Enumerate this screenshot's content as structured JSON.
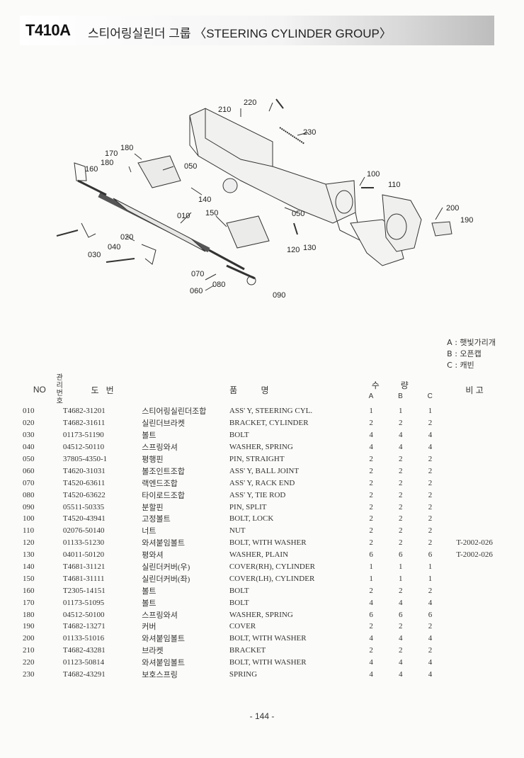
{
  "header": {
    "model": "T410A",
    "title": "스티어링실린더 그룹 〈STEERING CYLINDER GROUP〉"
  },
  "diagram": {
    "callouts": [
      "220",
      "210",
      "230",
      "170",
      "180",
      "180",
      "160",
      "050",
      "140",
      "100",
      "110",
      "010",
      "150",
      "050",
      "200",
      "190",
      "020",
      "120",
      "130",
      "040",
      "030",
      "070",
      "080",
      "060",
      "090"
    ]
  },
  "legend": {
    "a": "A : 햇빛가리개",
    "b": "B : 오픈캡",
    "c": "C : 캐빈"
  },
  "table": {
    "headers": {
      "no": "NO",
      "code": "관리\n번호",
      "part_no": "도   번",
      "name": "품          명",
      "qty": "수량",
      "qty_a": "A",
      "qty_b": "B",
      "qty_c": "C",
      "remark": "비 고"
    },
    "rows": [
      {
        "no": "010",
        "pn": "T4682-31201",
        "kr": "스티어링실린더조합",
        "en": "ASS' Y, STEERING CYL.",
        "a": "1",
        "b": "1",
        "c": "1",
        "rm": ""
      },
      {
        "no": "020",
        "pn": "T4682-31611",
        "kr": "실린더브라켓",
        "en": "BRACKET, CYLINDER",
        "a": "2",
        "b": "2",
        "c": "2",
        "rm": ""
      },
      {
        "no": "030",
        "pn": "01173-51190",
        "kr": "볼트",
        "en": "BOLT",
        "a": "4",
        "b": "4",
        "c": "4",
        "rm": ""
      },
      {
        "no": "040",
        "pn": "04512-50110",
        "kr": "스프링와셔",
        "en": "WASHER, SPRING",
        "a": "4",
        "b": "4",
        "c": "4",
        "rm": ""
      },
      {
        "no": "050",
        "pn": "37805-4350-1",
        "kr": "평행핀",
        "en": "PIN, STRAIGHT",
        "a": "2",
        "b": "2",
        "c": "2",
        "rm": ""
      },
      {
        "no": "060",
        "pn": "T4620-31031",
        "kr": "볼조인트조합",
        "en": "ASS' Y, BALL JOINT",
        "a": "2",
        "b": "2",
        "c": "2",
        "rm": ""
      },
      {
        "no": "070",
        "pn": "T4520-63611",
        "kr": "랙엔드조합",
        "en": "ASS' Y, RACK END",
        "a": "2",
        "b": "2",
        "c": "2",
        "rm": ""
      },
      {
        "no": "080",
        "pn": "T4520-63622",
        "kr": "타이로드조합",
        "en": "ASS' Y, TIE ROD",
        "a": "2",
        "b": "2",
        "c": "2",
        "rm": ""
      },
      {
        "no": "090",
        "pn": "05511-50335",
        "kr": "분할핀",
        "en": "PIN, SPLIT",
        "a": "2",
        "b": "2",
        "c": "2",
        "rm": ""
      },
      {
        "no": "100",
        "pn": "T4520-43941",
        "kr": "고정볼트",
        "en": "BOLT, LOCK",
        "a": "2",
        "b": "2",
        "c": "2",
        "rm": ""
      },
      {
        "no": "110",
        "pn": "02076-50140",
        "kr": "너트",
        "en": "NUT",
        "a": "2",
        "b": "2",
        "c": "2",
        "rm": ""
      },
      {
        "no": "120",
        "pn": "01133-51230",
        "kr": "와셔붙임볼트",
        "en": "BOLT, WITH WASHER",
        "a": "2",
        "b": "2",
        "c": "2",
        "rm": "T-2002-026"
      },
      {
        "no": "130",
        "pn": "04011-50120",
        "kr": "평와셔",
        "en": "WASHER, PLAIN",
        "a": "6",
        "b": "6",
        "c": "6",
        "rm": "T-2002-026"
      },
      {
        "no": "140",
        "pn": "T4681-31121",
        "kr": "실린더커버(우)",
        "en": "COVER(RH), CYLINDER",
        "a": "1",
        "b": "1",
        "c": "1",
        "rm": ""
      },
      {
        "no": "150",
        "pn": "T4681-31111",
        "kr": "실린더커버(좌)",
        "en": "COVER(LH), CYLINDER",
        "a": "1",
        "b": "1",
        "c": "1",
        "rm": ""
      },
      {
        "no": "160",
        "pn": "T2305-14151",
        "kr": "볼트",
        "en": "BOLT",
        "a": "2",
        "b": "2",
        "c": "2",
        "rm": ""
      },
      {
        "no": "170",
        "pn": "01173-51095",
        "kr": "볼트",
        "en": "BOLT",
        "a": "4",
        "b": "4",
        "c": "4",
        "rm": ""
      },
      {
        "no": "180",
        "pn": "04512-50100",
        "kr": "스프링와셔",
        "en": "WASHER, SPRING",
        "a": "6",
        "b": "6",
        "c": "6",
        "rm": ""
      },
      {
        "no": "190",
        "pn": "T4682-13271",
        "kr": "커버",
        "en": "COVER",
        "a": "2",
        "b": "2",
        "c": "2",
        "rm": ""
      },
      {
        "no": "200",
        "pn": "01133-51016",
        "kr": "와셔붙임볼트",
        "en": "BOLT, WITH WASHER",
        "a": "4",
        "b": "4",
        "c": "4",
        "rm": ""
      },
      {
        "no": "210",
        "pn": "T4682-43281",
        "kr": "브라켓",
        "en": "BRACKET",
        "a": "2",
        "b": "2",
        "c": "2",
        "rm": ""
      },
      {
        "no": "220",
        "pn": "01123-50814",
        "kr": "와셔붙임볼트",
        "en": "BOLT, WITH WASHER",
        "a": "4",
        "b": "4",
        "c": "4",
        "rm": ""
      },
      {
        "no": "230",
        "pn": "T4682-43291",
        "kr": "보호스프링",
        "en": "SPRING",
        "a": "4",
        "b": "4",
        "c": "4",
        "rm": ""
      }
    ]
  },
  "page_number": "- 144 -"
}
